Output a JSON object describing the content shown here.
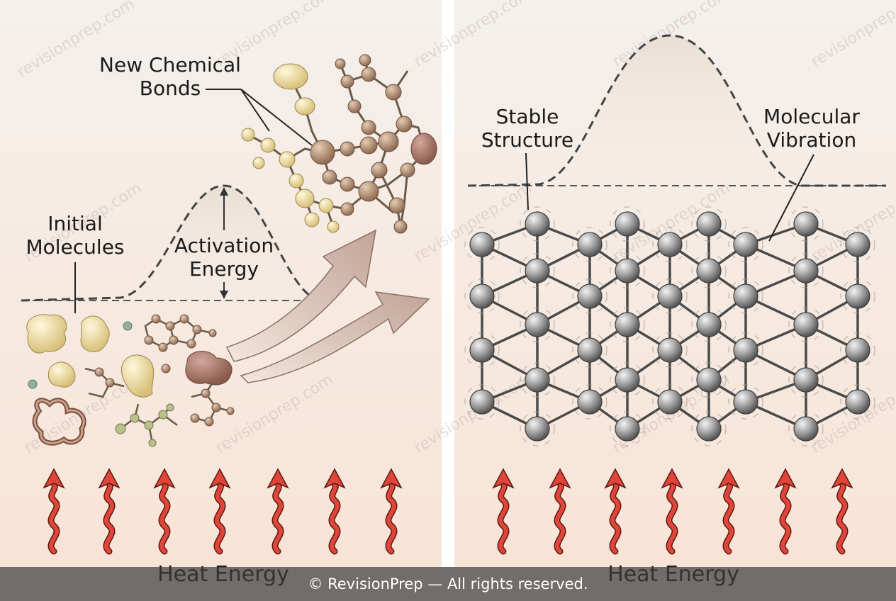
{
  "left_panel": {
    "label_new_bonds_line1": "New Chemical",
    "label_new_bonds_line2": "Bonds",
    "label_initial_line1": "Initial",
    "label_initial_line2": "Molecules",
    "label_activation_line1": "Activation",
    "label_activation_line2": "Energy",
    "heat_label": "Heat Energy"
  },
  "right_panel": {
    "label_stable_line1": "Stable",
    "label_stable_line2": "Structure",
    "label_vibration_line1": "Molecular",
    "label_vibration_line2": "Vibration",
    "heat_label": "Heat Energy"
  },
  "watermark": "revisionprep.com",
  "footer": "© RevisionPrep — All rights reserved.",
  "colors": {
    "background": "#f6ece4",
    "heat_arrow": "#e0453a",
    "atom_gray": "#9a9a9a",
    "molecule_cream": "#f0dfa0",
    "molecule_brown": "#b58f6e"
  }
}
